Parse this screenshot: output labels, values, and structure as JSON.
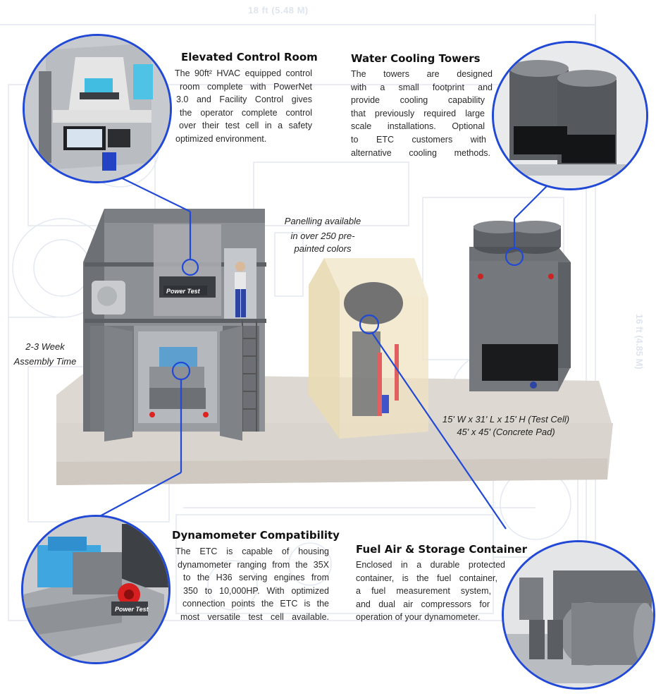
{
  "dimensions": {
    "width_label": "18 ft (5.48 M)",
    "height_label": "16 ft (4.85 M)"
  },
  "colors": {
    "accent_blue": "#2149d6",
    "pad": "#d8d3cc",
    "wall": "#6e7176",
    "blueprint": "#dfe6f2"
  },
  "sections": {
    "control_room": {
      "title": "Elevated Control Room",
      "lines": [
        "The 90ft² HVAC equipped control",
        "room complete with PowerNet",
        "3.0 and Facility Control gives",
        "the operator complete control",
        "over their test cell in a safety",
        "optimized environment."
      ]
    },
    "cooling_towers": {
      "title": "Water Cooling Towers",
      "lines": [
        "The towers are designed",
        "with a small footprint and",
        "provide cooling capability",
        "that previously required large",
        "scale installations. Optional",
        "to ETC customers with",
        "alternative cooling methods."
      ]
    },
    "dynamometer": {
      "title": "Dynamometer Compatibility",
      "lines": [
        "The ETC is capable of housing",
        "dynamometer ranging from the 35X",
        "to the H36 serving engines from",
        "350 to 10,000HP. With optimized",
        "connection points the ETC is the",
        "most versatile test cell available."
      ]
    },
    "fuel_container": {
      "title": "Fuel Air & Storage Container",
      "lines": [
        "Enclosed in a durable protected",
        "container, is the fuel container,",
        "a fuel measurement system,",
        "and dual air compressors for",
        "operation of your dynamometer."
      ]
    }
  },
  "callouts": {
    "panelling_1": "Panelling available",
    "panelling_2": "in over 250 pre-",
    "panelling_3": "painted colors",
    "assembly_1": "2-3 Week",
    "assembly_2": "Assembly Time",
    "size_1": "15' W x 31' L x 15' H (Test Cell)",
    "size_2": "45' x 45' (Concrete Pad)"
  },
  "brand": {
    "logo_text": "Power Test"
  }
}
